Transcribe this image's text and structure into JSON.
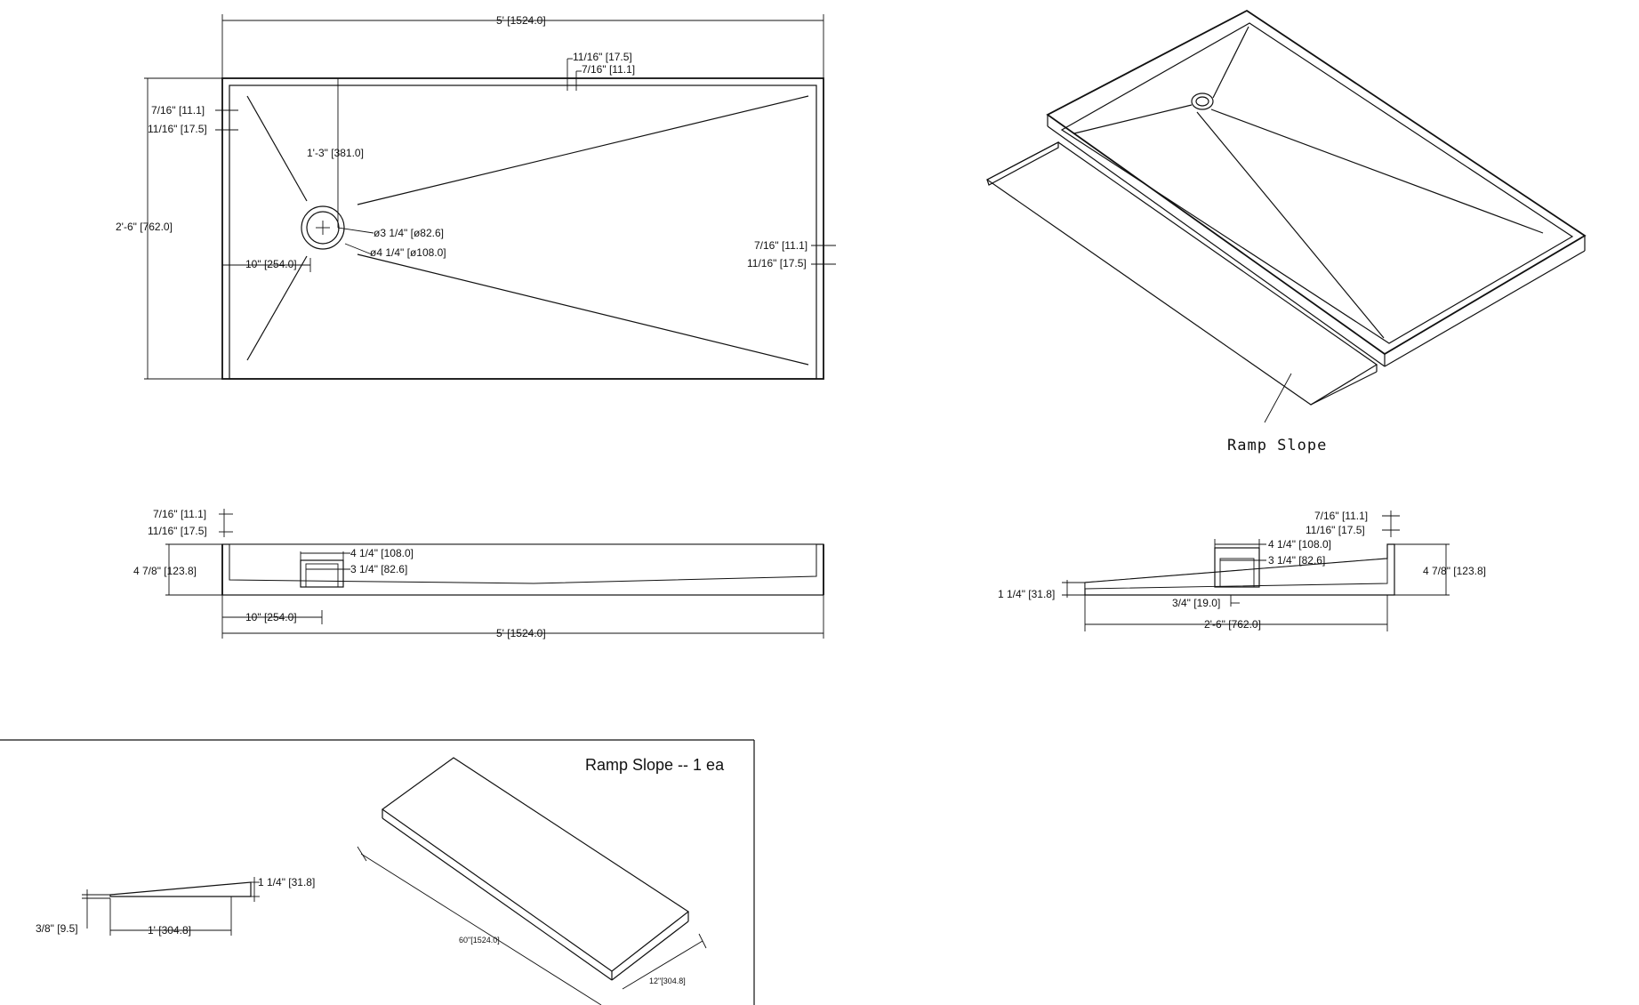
{
  "plan_view": {
    "width_dim": "5' [1524.0]",
    "height_dim": "2'-6\" [762.0]",
    "top_flange_outer": "11/16\" [17.5]",
    "top_flange_inner": "7/16\" [11.1]",
    "left_flange_inner": "7/16\" [11.1]",
    "left_flange_outer": "11/16\" [17.5]",
    "drain_offset_y": "1'-3\" [381.0]",
    "drain_inner_dia": "ø3 1/4\" [ø82.6]",
    "drain_outer_dia": "ø4 1/4\" [ø108.0]",
    "drain_offset_x": "10\" [254.0]",
    "right_flange_inner": "7/16\" [11.1]",
    "right_flange_outer": "11/16\" [17.5]"
  },
  "iso_view": {
    "ramp_label": "Ramp Slope"
  },
  "front_section": {
    "flange_inner": "7/16\" [11.1]",
    "flange_outer": "11/16\" [17.5]",
    "height": "4 7/8\" [123.8]",
    "drain_outer": "4 1/4\" [108.0]",
    "drain_inner": "3 1/4\" [82.6]",
    "drain_offset": "10\" [254.0]",
    "length": "5' [1524.0]"
  },
  "side_section": {
    "flange_inner": "7/16\" [11.1]",
    "flange_outer": "11/16\" [17.5]",
    "drain_outer": "4 1/4\" [108.0]",
    "drain_inner": "3 1/4\" [82.6]",
    "height": "4 7/8\" [123.8]",
    "front_height": "1 1/4\" [31.8]",
    "base": "3/4\" [19.0]",
    "depth": "2'-6\" [762.0]"
  },
  "ramp_panel": {
    "title": "Ramp Slope -- 1 ea",
    "high_end": "1 1/4\" [31.8]",
    "low_end": "3/8\" [9.5]",
    "run": "1' [304.8]",
    "length_iso": "60\"[1524.0]",
    "width_iso": "12\"[304.8]"
  }
}
